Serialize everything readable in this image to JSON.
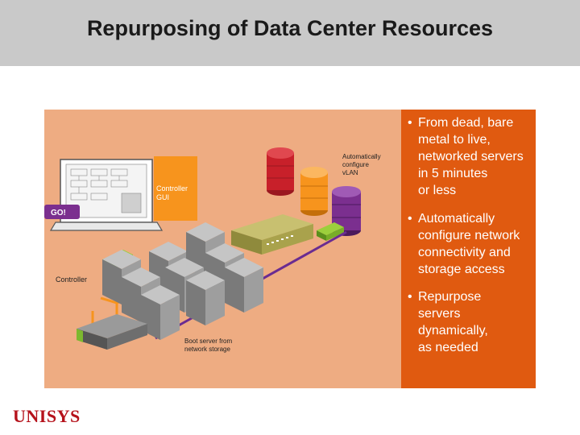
{
  "slide": {
    "title": "Repurposing of Data Center Resources",
    "logo": "UNISYS"
  },
  "diagram": {
    "labels": {
      "automatically_configure_vlan": [
        "Automatically",
        "configure",
        "vLAN"
      ],
      "controller_gui": [
        "Controller",
        "GUI"
      ],
      "go": "GO!",
      "controller": "Controller",
      "boot_server": [
        "Boot server from",
        "network storage"
      ]
    }
  },
  "bullets": [
    "From dead, bare metal to live, networked servers in 5 minutes or less",
    "Automatically configure network connectivity and storage access",
    "Repurpose servers dynamically, as needed"
  ],
  "bullet_lines": [
    [
      "From dead, bare",
      "metal to live,",
      "networked servers",
      "in 5 minutes",
      "or less"
    ],
    [
      "Automatically",
      "configure network",
      "connectivity and",
      "storage access"
    ],
    [
      "Repurpose",
      "servers",
      "dynamically,",
      "as needed"
    ]
  ],
  "colors": {
    "title_bar": "#c9c9c9",
    "diagram_bg": "#eeac82",
    "panel_bg": "#e05a10",
    "controller_gui_box": "#f7941d",
    "storage_red": "#c8202a",
    "storage_orange": "#f7941d",
    "storage_purple": "#7b2f8f",
    "vlan_line": "#6a2c91",
    "network_line": "#f7941d",
    "logo": "#b5121b"
  },
  "icons": [
    "laptop-icon",
    "storage-cylinder-icon",
    "network-switch-icon",
    "server-rack-icon",
    "boot-server-icon"
  ]
}
